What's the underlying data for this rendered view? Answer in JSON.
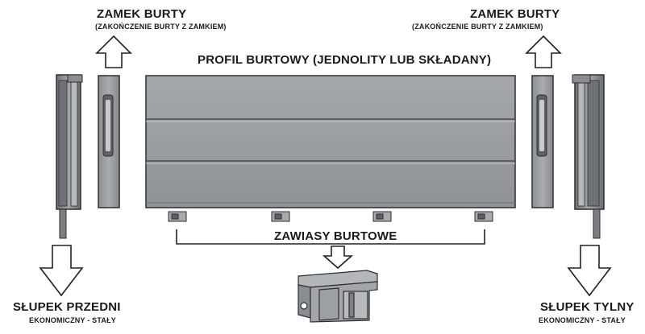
{
  "labels": {
    "lock_left_title": "ZAMEK BURTY",
    "lock_left_sub": "(ZAKOŃCZENIE BURTY Z ZAMKIEM)",
    "lock_right_title": "ZAMEK BURTY",
    "lock_right_sub": "(ZAKOŃCZENIE BURTY Z ZAMKIEM)",
    "profile_title": "PROFIL BURTOWY (JEDNOLITY LUB SKŁADANY)",
    "hinges_title": "ZAWIASY BURTOWE",
    "post_front_title": "SŁUPEK PRZEDNI",
    "post_front_sub": "EKONOMICZNY - STAŁY",
    "post_rear_title": "SŁUPEK TYLNY",
    "post_rear_sub": "EKONOMICZNY - STAŁY"
  },
  "colors": {
    "panel_fill": "#9a9ea2",
    "panel_stroke": "#3a3a3a",
    "post_fill": "#8c9094",
    "arrow_stroke": "#222222",
    "hinge_fill": "#a8abae"
  }
}
